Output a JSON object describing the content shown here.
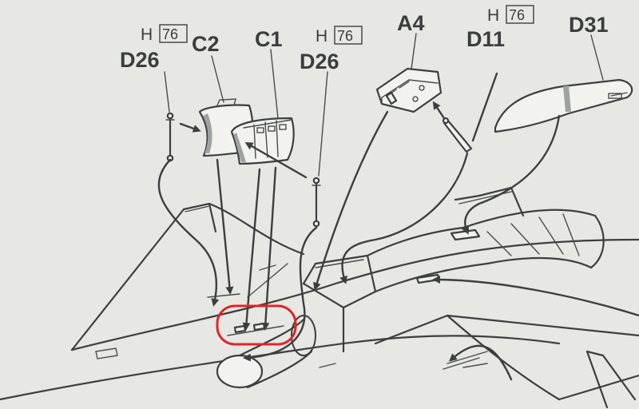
{
  "parts": {
    "d26_left": "D26",
    "c2": "C2",
    "c1": "C1",
    "d26_right": "D26",
    "a4": "A4",
    "d11": "D11",
    "d31": "D31"
  },
  "paint_refs": {
    "left": {
      "letter": "H",
      "number": "76"
    },
    "right": {
      "letter": "H",
      "number": "76"
    },
    "d11": {
      "letter": "H",
      "number": "76"
    }
  },
  "colors": {
    "ink": "#3d3f3e",
    "paper": "#e7e8e4",
    "highlight": "#e0252c"
  }
}
